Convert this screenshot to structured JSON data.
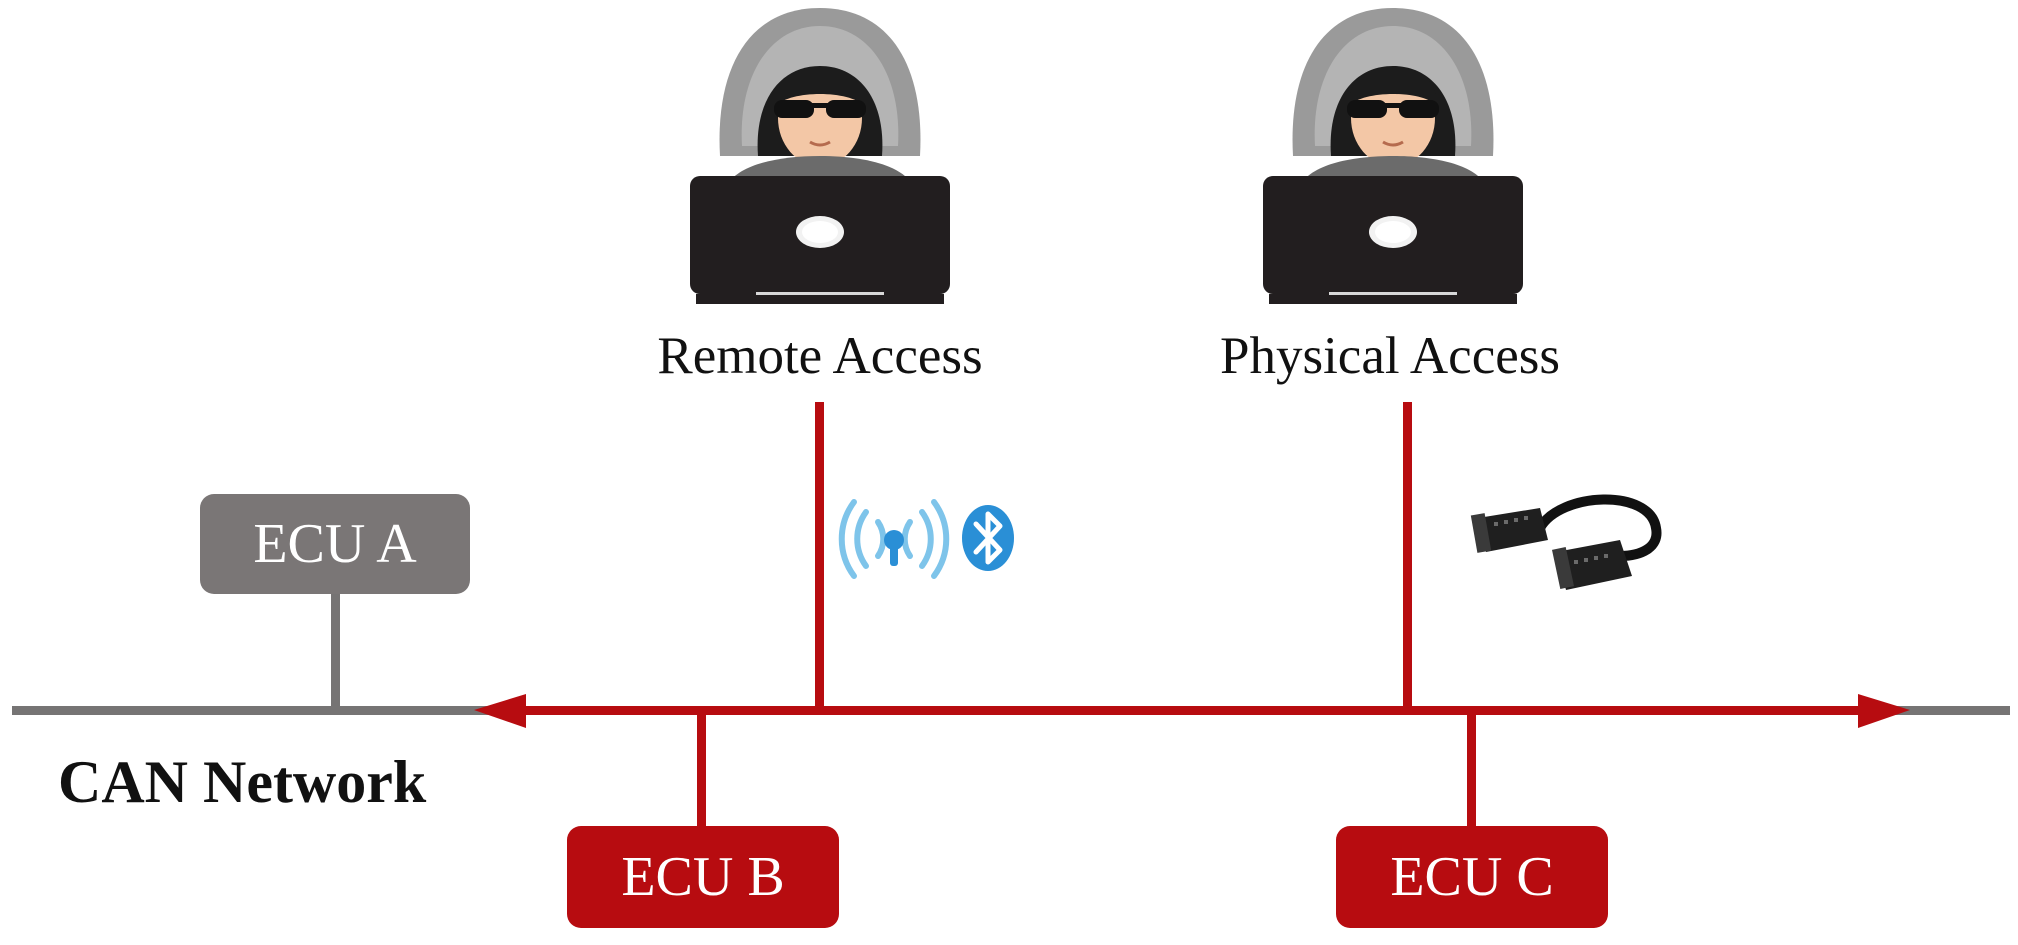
{
  "attackers": [
    {
      "label": "Remote Access",
      "channel_icons": [
        "wireless-signal-icon",
        "bluetooth-icon"
      ]
    },
    {
      "label": "Physical Access",
      "channel_icons": [
        "obd-cable-icon"
      ]
    }
  ],
  "ecus": {
    "a": {
      "label": "ECU A"
    },
    "b": {
      "label": "ECU B"
    },
    "c": {
      "label": "ECU C"
    }
  },
  "network": {
    "label": "CAN Network"
  },
  "colors": {
    "attack_red": "#b70c10",
    "bus_gray": "#767474",
    "ecu_gray": "#7a7676",
    "wireless_blue": "#7ec4ea",
    "bluetooth_blue": "#2a8fd6",
    "laptop_black": "#221e1f",
    "hood_gray": "#9a9a9a"
  }
}
